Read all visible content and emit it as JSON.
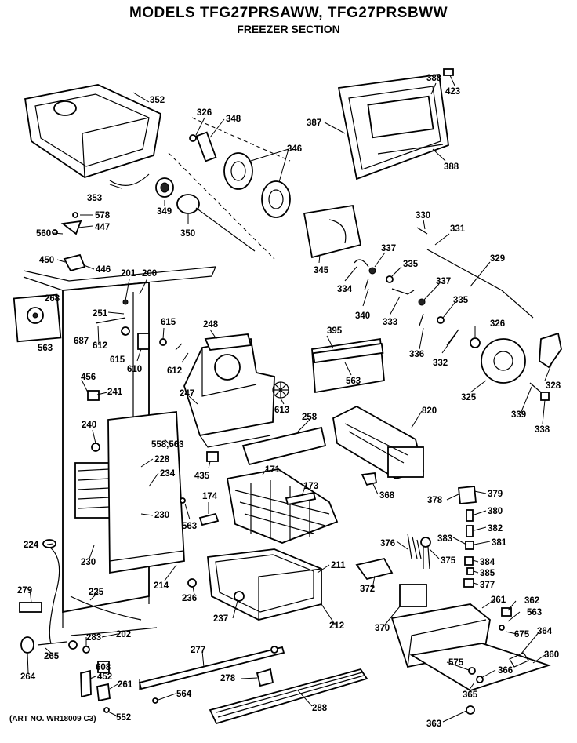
{
  "header": {
    "title": "MODELS TFG27PRSAWW, TFG27PRSBWW",
    "subtitle": "FREEZER SECTION"
  },
  "footer": {
    "art_no": "(ART NO. WR18009 C3)"
  },
  "labels": {
    "l352": "352",
    "l326a": "326",
    "l348": "348",
    "l346": "346",
    "l349": "349",
    "l350": "350",
    "l353": "353",
    "l387": "387",
    "l388a": "388",
    "l388b": "388",
    "l423": "423",
    "l578": "578",
    "l447": "447",
    "l560": "560",
    "l450": "450",
    "l446": "446",
    "l201": "201",
    "l200": "200",
    "l268": "268",
    "l563a": "563",
    "l251": "251",
    "l687": "687",
    "l612a": "612",
    "l615a": "615",
    "l615b": "615",
    "l610": "610",
    "l248": "248",
    "l612b": "612",
    "l330": "330",
    "l331": "331",
    "l329": "329",
    "l337a": "337",
    "l335a": "335",
    "l345": "345",
    "l334": "334",
    "l340": "340",
    "l333": "333",
    "l337b": "337",
    "l335b": "335",
    "l326b": "326",
    "l395": "395",
    "l563b": "563",
    "l336": "336",
    "l332": "332",
    "l325": "325",
    "l328": "328",
    "l339": "339",
    "l338": "338",
    "l456": "456",
    "l241": "241",
    "l247": "247",
    "l613": "613",
    "l240": "240",
    "l558": "558,563",
    "l258": "258",
    "l820": "820",
    "l228": "228",
    "l234": "234",
    "l435": "435",
    "l171": "171",
    "l173": "173",
    "l368": "368",
    "l174": "174",
    "l230a": "230",
    "l563c": "563",
    "l378": "378",
    "l379": "379",
    "l380": "380",
    "l382": "382",
    "l224": "224",
    "l230b": "230",
    "l214": "214",
    "l376": "376",
    "l375": "375",
    "l383": "383",
    "l381": "381",
    "l211": "211",
    "l384": "384",
    "l385": "385",
    "l377": "377",
    "l279": "279",
    "l225": "225",
    "l236": "236",
    "l372": "372",
    "l361": "361",
    "l362": "362",
    "l563d": "563",
    "l237": "237",
    "l212": "212",
    "l370": "370",
    "l202": "202",
    "l283": "283",
    "l675": "675",
    "l364": "364",
    "l265": "265",
    "l277": "277",
    "l360": "360",
    "l264": "264",
    "l608": "608",
    "l575": "575",
    "l366": "366",
    "l452": "452",
    "l278": "278",
    "l261": "261",
    "l365": "365",
    "l564": "564",
    "l552": "552",
    "l288": "288",
    "l363": "363"
  }
}
